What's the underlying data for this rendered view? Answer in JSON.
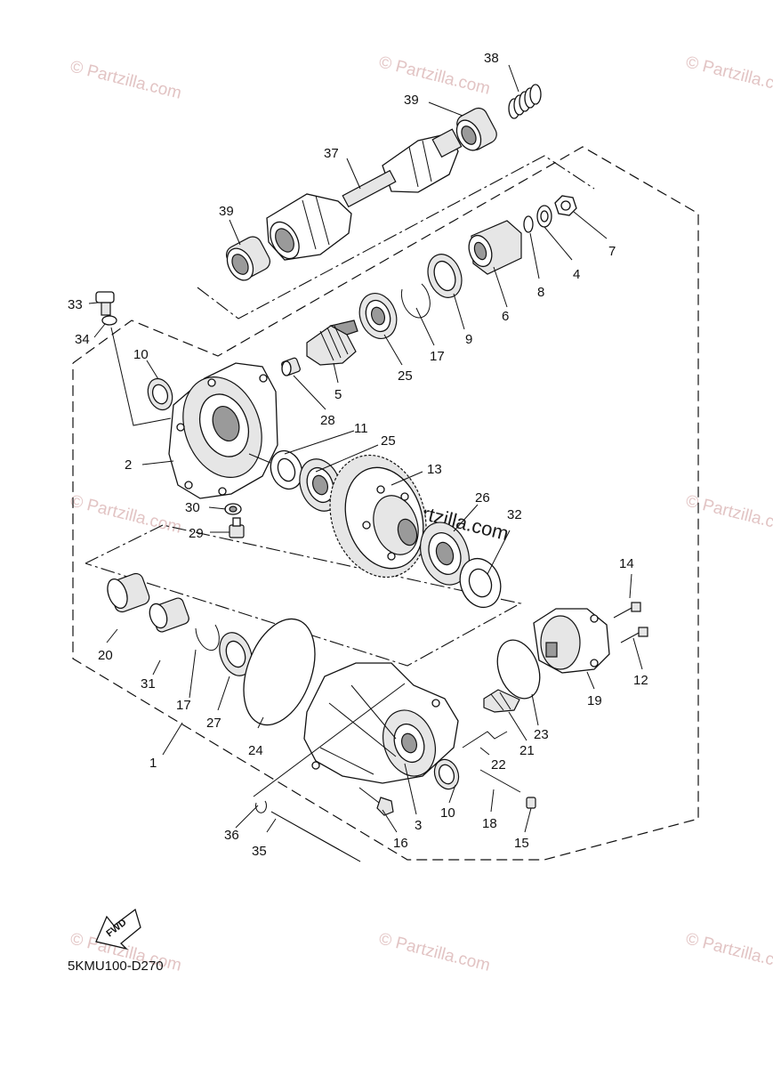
{
  "diagram": {
    "drawing_code": "5KMU100-D270",
    "fwd_label": "FWD",
    "watermark_small": "© Partzilla.com",
    "watermark_center": "© partzilla.com",
    "callouts": {
      "c1": "1",
      "c2": "2",
      "c3": "3",
      "c4": "4",
      "c5": "5",
      "c6": "6",
      "c7": "7",
      "c8": "8",
      "c9": "9",
      "c10a": "10",
      "c10b": "10",
      "c11": "11",
      "c12": "12",
      "c13": "13",
      "c14": "14",
      "c15": "15",
      "c16": "16",
      "c17a": "17",
      "c17b": "17",
      "c18": "18",
      "c19": "19",
      "c20": "20",
      "c21": "21",
      "c22": "22",
      "c23": "23",
      "c24": "24",
      "c25a": "25",
      "c25b": "25",
      "c26": "26",
      "c27": "27",
      "c28": "28",
      "c29": "29",
      "c30": "30",
      "c31": "31",
      "c32": "32",
      "c33": "33",
      "c34": "34",
      "c35": "35",
      "c36": "36",
      "c37": "37",
      "c38": "38",
      "c39a": "39",
      "c39b": "39"
    }
  }
}
